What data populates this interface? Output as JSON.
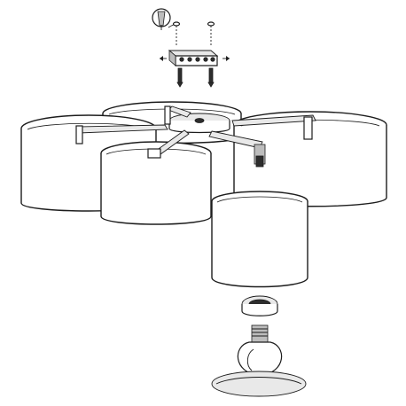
{
  "diagram": {
    "type": "assembly-drawing",
    "subject": "ceiling lamp",
    "text_labels": [],
    "colors": {
      "line": "#1d1d1d",
      "background": "#ffffff",
      "dark_fill": "#2d2d2d",
      "mid_fill": "#bdbdbd",
      "light_fill": "#e9e9e9"
    },
    "parts": [
      {
        "id": "screwdriver",
        "icon": "screwdriver-icon"
      },
      {
        "id": "mounting-bracket",
        "icon": "bracket-icon"
      },
      {
        "id": "screws",
        "count": 2,
        "icon": "screw-icon"
      },
      {
        "id": "central-hub",
        "icon": "hub-icon"
      },
      {
        "id": "arms",
        "count": 5,
        "icon": "arm-icon"
      },
      {
        "id": "lamp-shades",
        "count": 5,
        "icon": "lampshade-icon"
      },
      {
        "id": "socket-ring",
        "icon": "ring-icon"
      },
      {
        "id": "light-bulb",
        "icon": "bulb-icon"
      },
      {
        "id": "diffuser-disc",
        "icon": "disc-icon"
      }
    ],
    "directions": [
      "left",
      "right"
    ]
  }
}
